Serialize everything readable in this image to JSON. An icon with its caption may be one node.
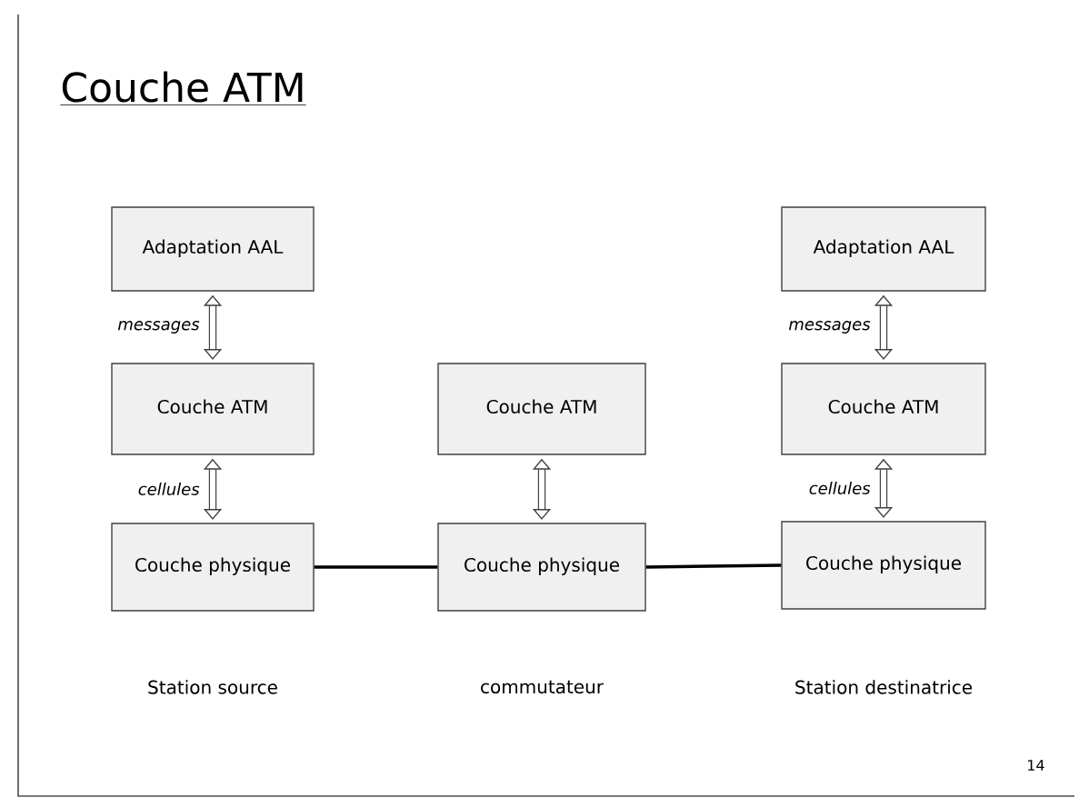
{
  "diagram": {
    "title": "Couche ATM",
    "nodes": [
      {
        "text": [
          "Adaptation AAL"
        ]
      },
      {
        "text": [
          "Couche ATM"
        ]
      },
      {
        "text": [
          "Couche physique"
        ],
        "beside": [
          "Station source"
        ]
      },
      {
        "text": [
          "Couche ATM"
        ]
      },
      {
        "text": [
          "Couche physique"
        ],
        "beside": [
          "commutateur"
        ]
      },
      {
        "text": [
          "Adaptation AAL"
        ]
      },
      {
        "text": [
          "Couche ATM"
        ]
      },
      {
        "text": [
          "Couche physique"
        ],
        "beside": [
          "Station destinatrice"
        ]
      }
    ],
    "edges": [
      {
        "from": 0,
        "to": 1,
        "arrow": "both",
        "label": "messages"
      },
      {
        "from": 1,
        "to": 2,
        "arrow": "both",
        "label": "cellules"
      },
      {
        "from": 3,
        "to": 4,
        "arrow": "both"
      },
      {
        "from": 5,
        "to": 6,
        "arrow": "both",
        "label": "messages"
      },
      {
        "from": 6,
        "to": 7,
        "arrow": "both",
        "label": "cellules"
      },
      {
        "from": 2,
        "to": 4,
        "arrow": "none"
      },
      {
        "from": 4,
        "to": 7,
        "arrow": "none"
      }
    ],
    "labels": [
      "14"
    ]
  }
}
